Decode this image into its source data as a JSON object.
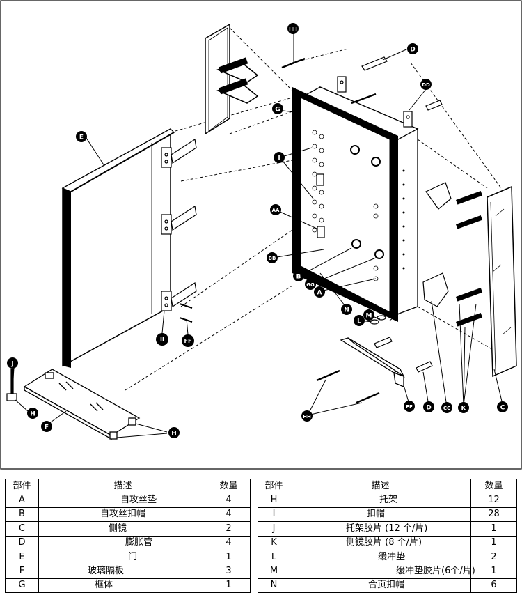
{
  "callouts": {
    "E": "E",
    "J": "J",
    "H": "H",
    "F": "F",
    "II": "II",
    "FF": "FF",
    "HH": "HH",
    "D": "D",
    "DD": "DD",
    "G": "G",
    "I": "I",
    "AA": "AA",
    "BB": "BB",
    "B": "B",
    "GG": "GG",
    "A": "A",
    "N": "N",
    "M": "M",
    "L": "L",
    "EE": "EE",
    "CC": "CC",
    "K": "K",
    "C": "C"
  },
  "table_left": {
    "headers": [
      "部件",
      "描述",
      "数量"
    ],
    "rows": [
      {
        "code": "A",
        "desc": "自攻丝垫",
        "qty": "4"
      },
      {
        "code": "B",
        "desc": "自攻丝扣帽",
        "qty": "4"
      },
      {
        "code": "C",
        "desc": "侧镜",
        "qty": "2"
      },
      {
        "code": "D",
        "desc": "膨胀管",
        "qty": "4"
      },
      {
        "code": "E",
        "desc": "门",
        "qty": "1"
      },
      {
        "code": "F",
        "desc": "玻璃隔板",
        "qty": "3"
      },
      {
        "code": "G",
        "desc": "框体",
        "qty": "1"
      }
    ]
  },
  "table_right": {
    "headers": [
      "部件",
      "描述",
      "数量"
    ],
    "rows": [
      {
        "code": "H",
        "desc": "托架",
        "qty": "12"
      },
      {
        "code": "I",
        "desc": "扣帽",
        "qty": "28"
      },
      {
        "code": "J",
        "desc": "托架胶片 (12 个/片)",
        "qty": "1"
      },
      {
        "code": "K",
        "desc": "侧镜胶片 (8 个/片)",
        "qty": "1"
      },
      {
        "code": "L",
        "desc": "缓冲垫",
        "qty": "2"
      },
      {
        "code": "M",
        "desc": "缓冲垫胶片(6个/片)",
        "qty": "1"
      },
      {
        "code": "N",
        "desc": "合页扣帽",
        "qty": "6"
      }
    ]
  }
}
